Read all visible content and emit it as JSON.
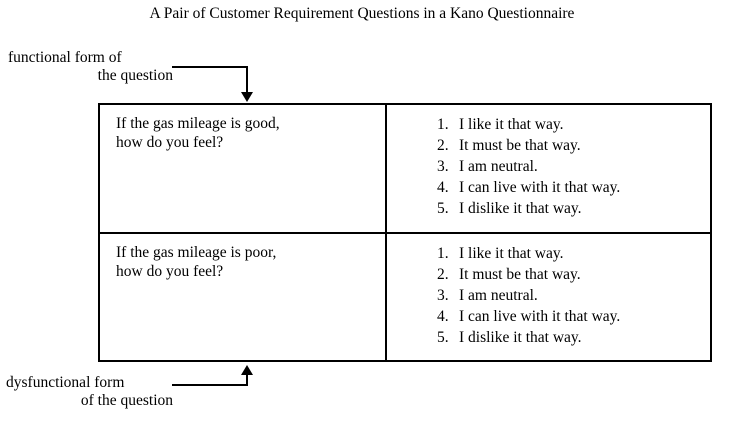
{
  "figure": {
    "title": "A Pair of Customer Requirement Questions in a Kano Questionnaire",
    "background_color": "#ffffff",
    "line_color": "#000000"
  },
  "callouts": {
    "functional": {
      "line1": "functional form of",
      "line2": "the question",
      "arrow": "arrow-down"
    },
    "dysfunctional": {
      "line1": "dysfunctional form",
      "line2": "of the question",
      "arrow": "arrow-up"
    }
  },
  "table": {
    "rows": [
      {
        "question": {
          "line1": "If the gas mileage is good,",
          "line2": "how do you feel?"
        },
        "answers": [
          {
            "num": "1.",
            "text": "I like it that way."
          },
          {
            "num": "2.",
            "text": "It must be that way."
          },
          {
            "num": "3.",
            "text": "I am neutral."
          },
          {
            "num": "4.",
            "text": "I can live with it that way."
          },
          {
            "num": "5.",
            "text": "I dislike it that way."
          }
        ]
      },
      {
        "question": {
          "line1": "If the gas mileage is poor,",
          "line2": "how do you feel?"
        },
        "answers": [
          {
            "num": "1.",
            "text": "I like it that way."
          },
          {
            "num": "2.",
            "text": "It must be that way."
          },
          {
            "num": "3.",
            "text": "I am neutral."
          },
          {
            "num": "4.",
            "text": "I can live with it that way."
          },
          {
            "num": "5.",
            "text": "I dislike it that way."
          }
        ]
      }
    ]
  }
}
